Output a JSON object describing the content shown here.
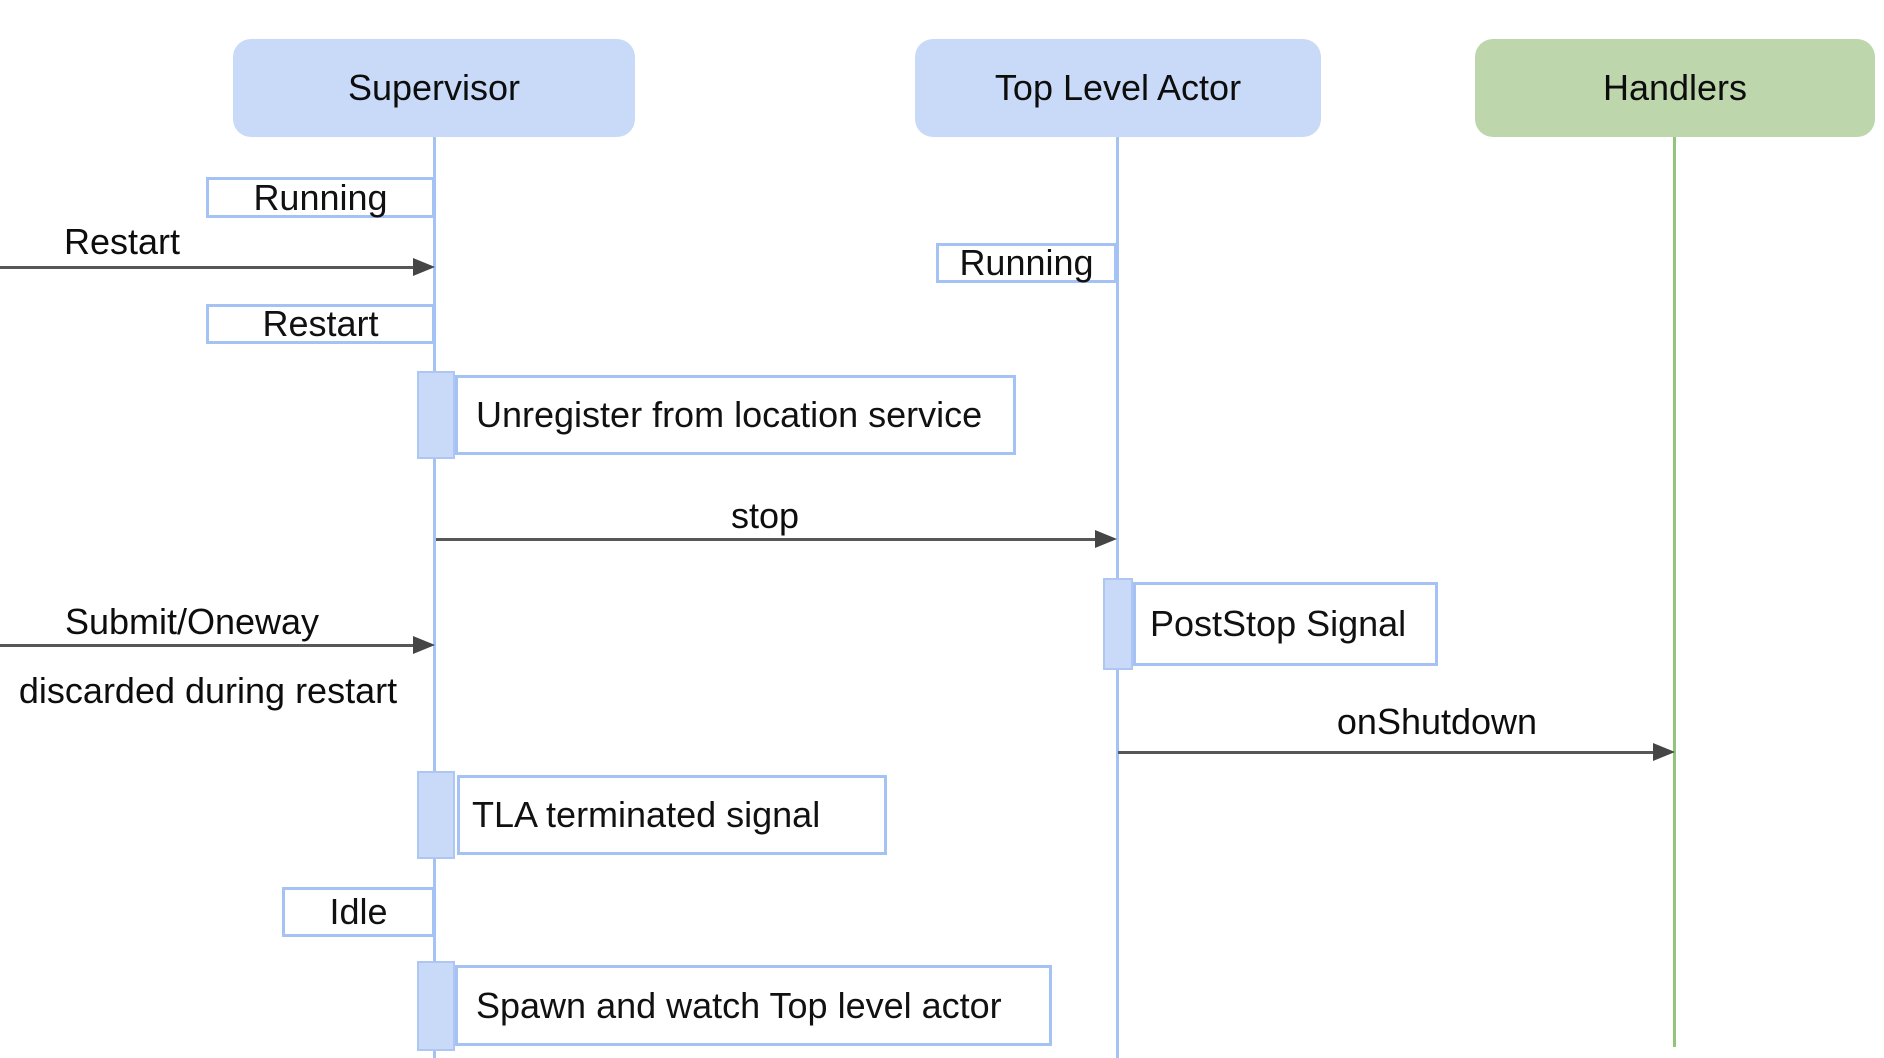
{
  "diagram": {
    "type": "sequence-diagram",
    "background": "#ffffff",
    "colors": {
      "actor_blue_fill": "#c9daf8",
      "actor_green_fill": "#bdd6ac",
      "lifeline_blue": "#a4c2f4",
      "lifeline_green": "#93c47d",
      "box_border_blue": "#a4c2f4",
      "activation_fill": "#c9daf8",
      "arrow": "#575757",
      "text": "#0d0d0d"
    },
    "actors": [
      {
        "label": "Supervisor",
        "color": "#c9daf8"
      },
      {
        "label": "Top Level Actor",
        "color": "#c9daf8"
      },
      {
        "label": "Handlers",
        "color": "#bdd6ac"
      }
    ],
    "state_boxes": [
      {
        "actor": "Supervisor",
        "label": "Running"
      },
      {
        "actor": "Supervisor",
        "label": "Restart"
      },
      {
        "actor": "Top Level Actor",
        "label": "Running"
      },
      {
        "actor": "Supervisor",
        "label": "Idle"
      }
    ],
    "action_boxes": [
      {
        "actor": "Supervisor",
        "label": "Unregister from location service"
      },
      {
        "actor": "Top Level Actor",
        "label": "PostStop Signal"
      },
      {
        "actor": "Supervisor",
        "label": "TLA terminated signal"
      },
      {
        "actor": "Supervisor",
        "label": "Spawn and watch Top level actor"
      }
    ],
    "messages": [
      {
        "label": "Restart",
        "from": "external",
        "to": "Supervisor"
      },
      {
        "label": "stop",
        "from": "Supervisor",
        "to": "Top Level Actor"
      },
      {
        "label": "Submit/Oneway",
        "from": "external",
        "to": "Supervisor",
        "note": "discarded during restart"
      },
      {
        "label": "onShutdown",
        "from": "Top Level Actor",
        "to": "Handlers"
      }
    ]
  }
}
